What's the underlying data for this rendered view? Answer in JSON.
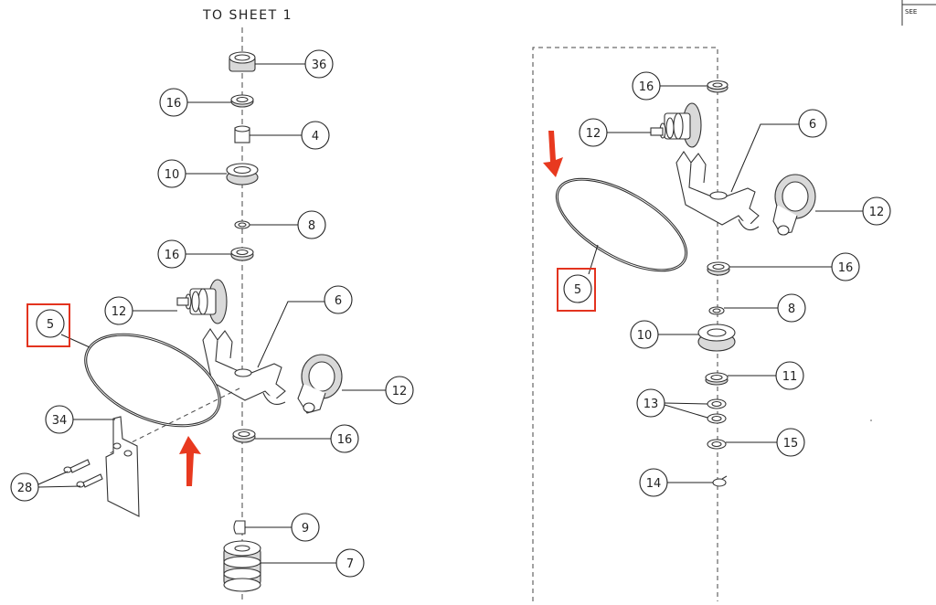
{
  "sheet_reference": "TO SHEET 1",
  "corner_note": "SEE",
  "callouts": {
    "left": {
      "c36": "36",
      "c16a": "16",
      "c4": "4",
      "c10": "10",
      "c8": "8",
      "c16b": "16",
      "c12a": "12",
      "c6": "6",
      "c5": "5",
      "c12b": "12",
      "c34": "34",
      "c16c": "16",
      "c28": "28",
      "c9": "9",
      "c7": "7"
    },
    "right": {
      "c16a": "16",
      "c12a": "12",
      "c6": "6",
      "c12b": "12",
      "c5": "5",
      "c16b": "16",
      "c8": "8",
      "c10": "10",
      "c11": "11",
      "c13": "13",
      "c15": "15",
      "c14": "14"
    }
  },
  "colors": {
    "highlight": "#e3331f",
    "arrow": "#e8391f",
    "line": "#222222"
  }
}
